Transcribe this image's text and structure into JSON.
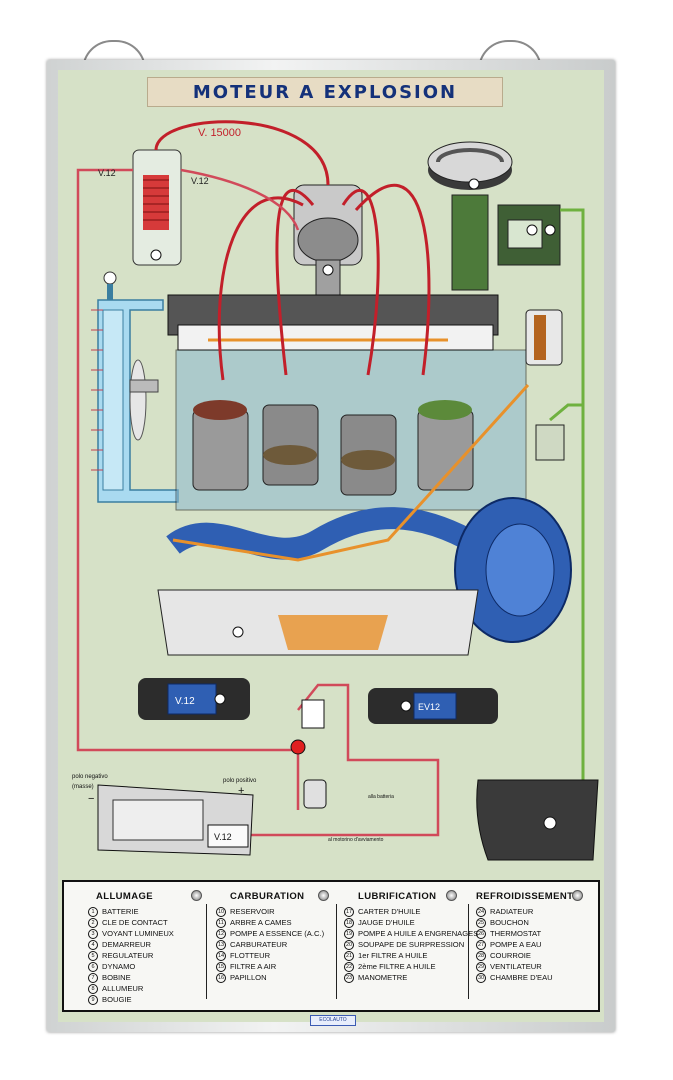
{
  "title": "MOTEUR A EXPLOSION",
  "voltage_labels": {
    "high": "V. 15000",
    "left": "V.12",
    "right": "V.12",
    "dynamo": "V.12",
    "ev": "EV12",
    "battery": "V.12"
  },
  "battery_labels": {
    "negative": "polo negativo",
    "ground": "(masse)",
    "positive": "polo positivo",
    "plus": "+",
    "minus": "−",
    "to_battery": "alla batteria",
    "to_starter": "al motorino d'avviamento"
  },
  "legend": {
    "columns": [
      {
        "heading": "ALLUMAGE",
        "items": [
          {
            "n": "1",
            "label": "BATTERIE"
          },
          {
            "n": "2",
            "label": "CLE DE CONTACT"
          },
          {
            "n": "3",
            "label": "VOYANT LUMINEUX"
          },
          {
            "n": "4",
            "label": "DEMARREUR"
          },
          {
            "n": "5",
            "label": "REGULATEUR"
          },
          {
            "n": "6",
            "label": "DYNAMO"
          },
          {
            "n": "7",
            "label": "BOBINE"
          },
          {
            "n": "8",
            "label": "ALLUMEUR"
          },
          {
            "n": "9",
            "label": "BOUGIE"
          }
        ]
      },
      {
        "heading": "CARBURATION",
        "items": [
          {
            "n": "10",
            "label": "RESERVOIR"
          },
          {
            "n": "11",
            "label": "ARBRE A CAMES"
          },
          {
            "n": "12",
            "label": "POMPE A ESSENCE (A.C.)"
          },
          {
            "n": "13",
            "label": "CARBURATEUR"
          },
          {
            "n": "14",
            "label": "FLOTTEUR"
          },
          {
            "n": "15",
            "label": "FILTRE A AIR"
          },
          {
            "n": "16",
            "label": "PAPILLON"
          }
        ]
      },
      {
        "heading": "LUBRIFICATION",
        "items": [
          {
            "n": "17",
            "label": "CARTER D'HUILE"
          },
          {
            "n": "18",
            "label": "JAUGE D'HUILE"
          },
          {
            "n": "19",
            "label": "POMPE A HUILE A ENGRENAGES"
          },
          {
            "n": "20",
            "label": "SOUPAPE DE SURPRESSION"
          },
          {
            "n": "21",
            "label": "1er FILTRE A HUILE"
          },
          {
            "n": "22",
            "label": "2ème FILTRE A HUILE"
          },
          {
            "n": "23",
            "label": "MANOMETRE"
          }
        ]
      },
      {
        "heading": "REFROIDISSEMENT",
        "items": [
          {
            "n": "24",
            "label": "RADIATEUR"
          },
          {
            "n": "25",
            "label": "BOUCHON"
          },
          {
            "n": "26",
            "label": "THERMOSTAT"
          },
          {
            "n": "27",
            "label": "POMPE A EAU"
          },
          {
            "n": "28",
            "label": "COURROIE"
          },
          {
            "n": "29",
            "label": "VENTILATEUR"
          },
          {
            "n": "30",
            "label": "CHAMBRE D'EAU"
          }
        ]
      }
    ]
  },
  "maker_plate": "ECOLAUTO",
  "colors": {
    "board": "#d6e1c7",
    "ignition_wire": "#d14a5a",
    "high_tension": "#c21f2a",
    "fuel": "#6fb13f",
    "oil": "#e8912b",
    "coolant": "#9dd3ea",
    "engine_blue": "#2f5fb3",
    "title_text": "#14317a"
  }
}
